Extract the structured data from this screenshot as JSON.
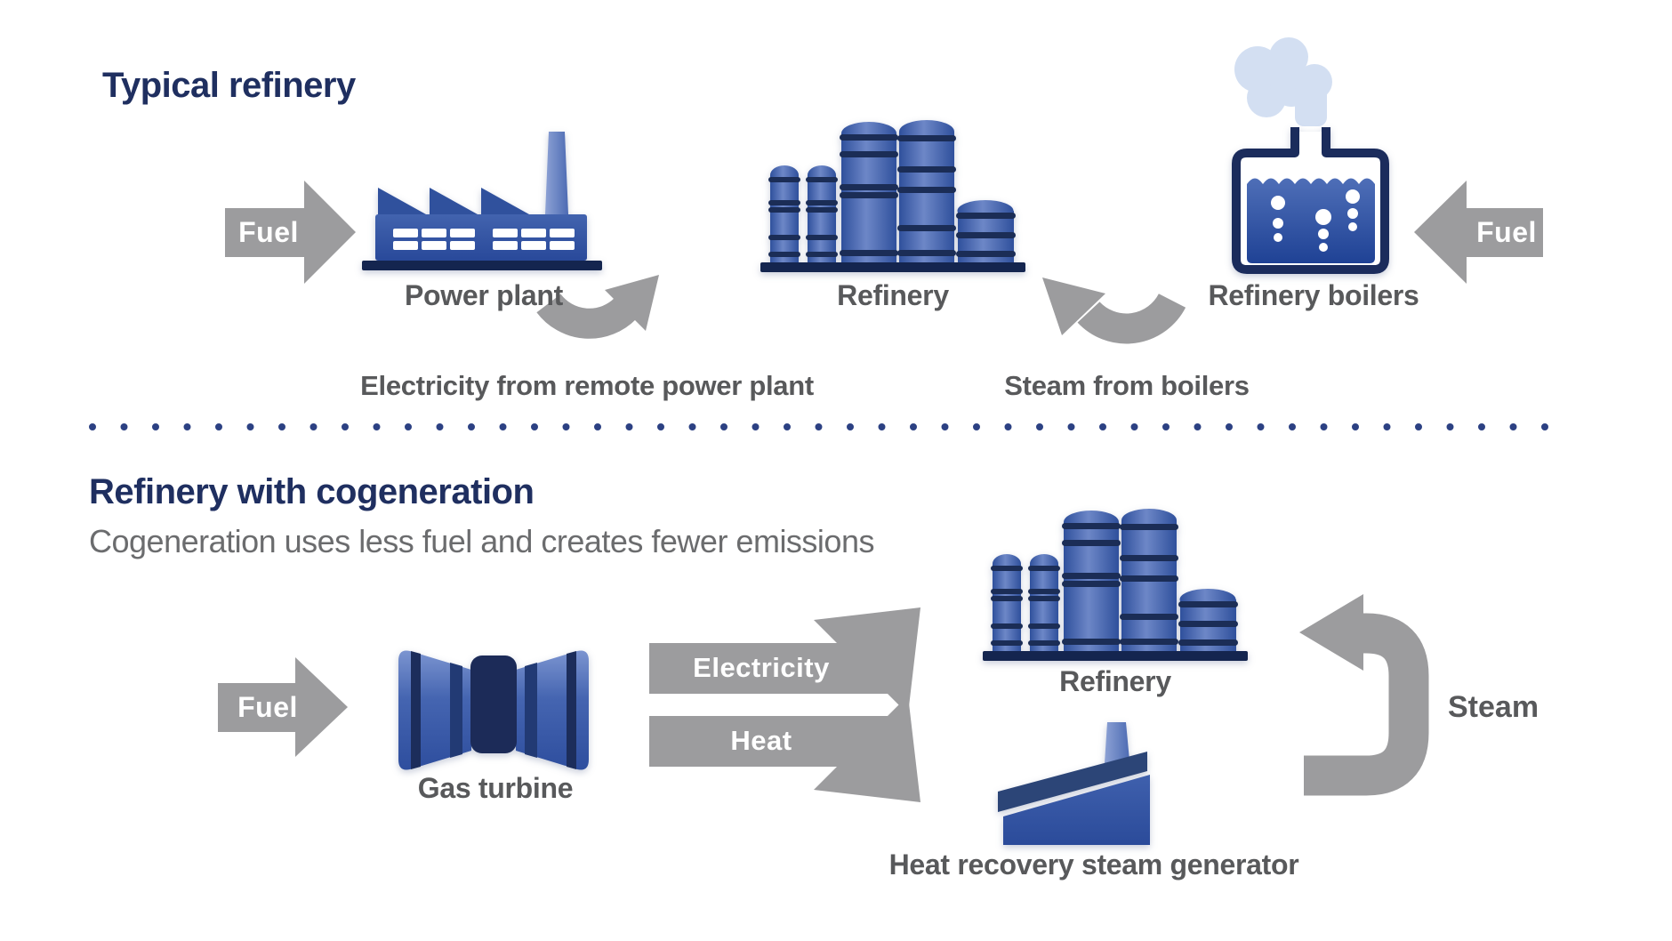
{
  "colors": {
    "navy": "#1b2b57",
    "title_navy": "#1f2f60",
    "dot_navy": "#2c4183",
    "tank_blue_dark": "#2f509c",
    "tank_blue_light": "#6d87c7",
    "arrow_gray": "#9c9c9e",
    "label_gray": "#58595b",
    "subtitle_gray": "#6b6c6e",
    "steam_cloud_blue": "#d3dff2",
    "background": "#ffffff"
  },
  "top": {
    "title": "Typical refinery",
    "fuel_in": "Fuel",
    "power_plant": "Power plant",
    "refinery": "Refinery",
    "boilers": "Refinery boilers",
    "boiler_fuel": "Fuel",
    "electricity_flow": "Electricity from remote power plant",
    "steam_flow": "Steam from boilers"
  },
  "bottom": {
    "title": "Refinery with cogeneration",
    "subtitle": "Cogeneration uses less fuel and creates fewer emissions",
    "fuel_in": "Fuel",
    "gas_turbine": "Gas turbine",
    "electricity": "Electricity",
    "heat": "Heat",
    "refinery": "Refinery",
    "steam": "Steam",
    "hrsg": "Heat recovery steam generator"
  }
}
